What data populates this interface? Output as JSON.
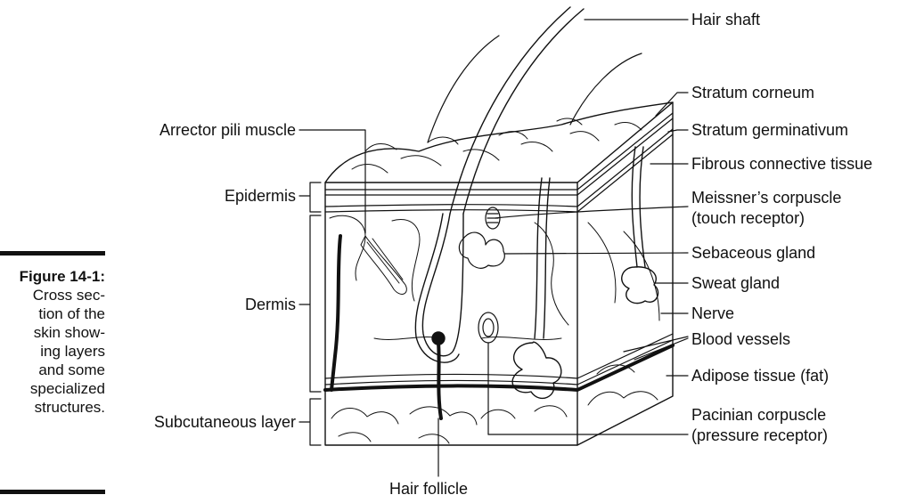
{
  "figure": {
    "number": "Figure 14-1:",
    "caption_lines": [
      "Cross sec-",
      "tion of the",
      "skin show-",
      "ing layers",
      "and some",
      "specialized",
      "structures."
    ]
  },
  "labels": {
    "hair_shaft": "Hair shaft",
    "stratum_corneum": "Stratum corneum",
    "stratum_germinativum": "Stratum germinativum",
    "fibrous_connective_tissue": "Fibrous connective tissue",
    "meissners_corpuscle": "Meissner’s corpuscle",
    "meissners_corpuscle_note": "(touch receptor)",
    "sebaceous_gland": "Sebaceous gland",
    "sweat_gland": "Sweat gland",
    "nerve": "Nerve",
    "blood_vessels": "Blood vessels",
    "adipose_tissue": "Adipose tissue (fat)",
    "pacinian_corpuscle": "Pacinian corpuscle",
    "pacinian_corpuscle_note": "(pressure receptor)",
    "hair_follicle": "Hair follicle",
    "arrector_pili_muscle": "Arrector pili muscle",
    "epidermis": "Epidermis",
    "dermis": "Dermis",
    "subcutaneous_layer": "Subcutaneous layer"
  },
  "colors": {
    "ink": "#111111",
    "background": "#ffffff"
  }
}
